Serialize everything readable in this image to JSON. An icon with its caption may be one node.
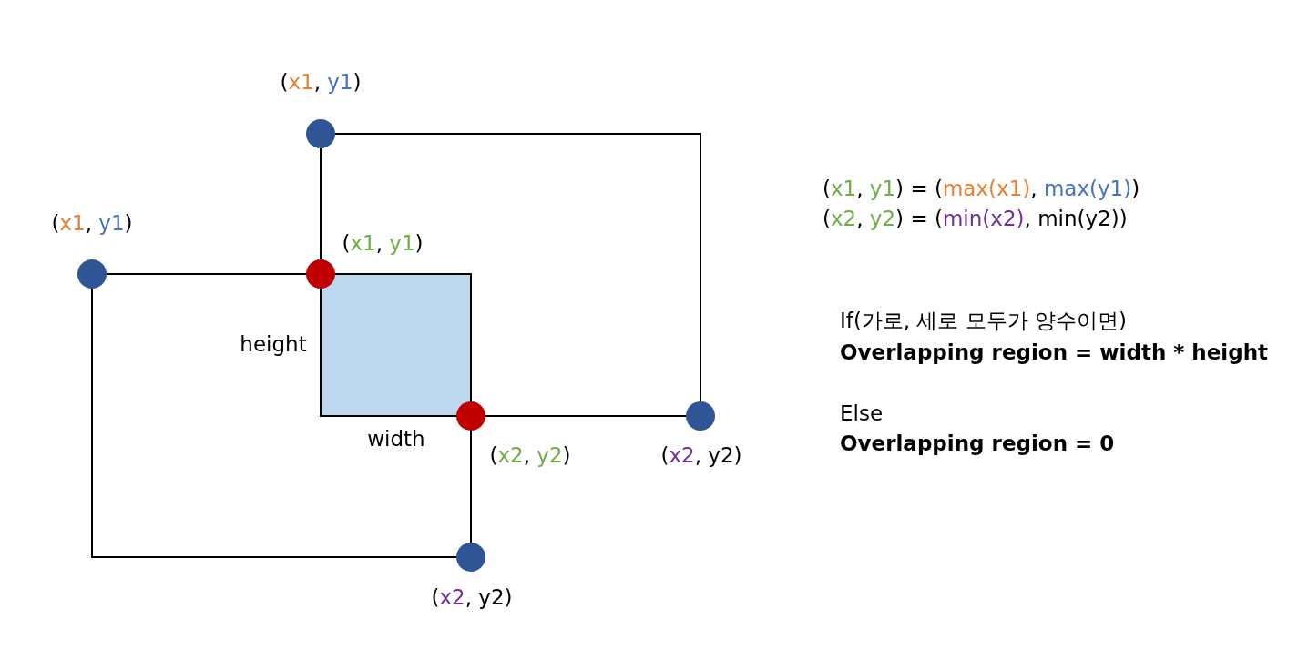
{
  "diagram": {
    "nodes": [
      {
        "text": [],
        "shape": "circle",
        "beside": [
          "(x1, y1)"
        ]
      },
      {
        "text": [],
        "shape": "circle",
        "beside": [
          "(x1, y1)"
        ]
      },
      {
        "text": [],
        "shape": "circle",
        "beside": [
          "(x1, y1)"
        ]
      },
      {
        "text": [],
        "shape": "box",
        "beside": [
          "height",
          "width"
        ]
      },
      {
        "text": [],
        "shape": "circle",
        "beside": [
          "(x2, y2)"
        ]
      },
      {
        "text": [],
        "shape": "circle",
        "beside": [
          "(x2, y2)"
        ]
      },
      {
        "text": [],
        "shape": "circle",
        "beside": [
          "(x2, y2)"
        ]
      }
    ],
    "edges": [],
    "labels": [
      "(x1, y1) = (max(x1), max(y1))",
      "(x2, y2) = (min(x2), min(y2))",
      "If(가로, 세로 모두가 양수이면)",
      "Overlapping region = width * height",
      "Else",
      "Overlapping region = 0"
    ]
  }
}
